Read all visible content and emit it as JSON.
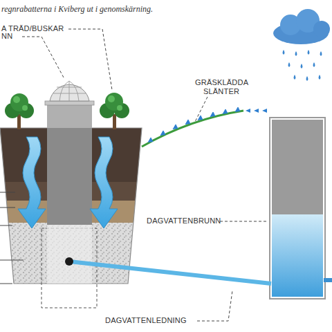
{
  "diagram": {
    "title": "regnrabatterna i Kviberg ut i genomskärning.",
    "labels": [
      "A TRÄD/BUSKAR",
      "NN",
      "GRÄSKLÄDDA SLÄNTER",
      "DAGVATTENBRUNN",
      "DAGVATTENLEDNING"
    ]
  }
}
